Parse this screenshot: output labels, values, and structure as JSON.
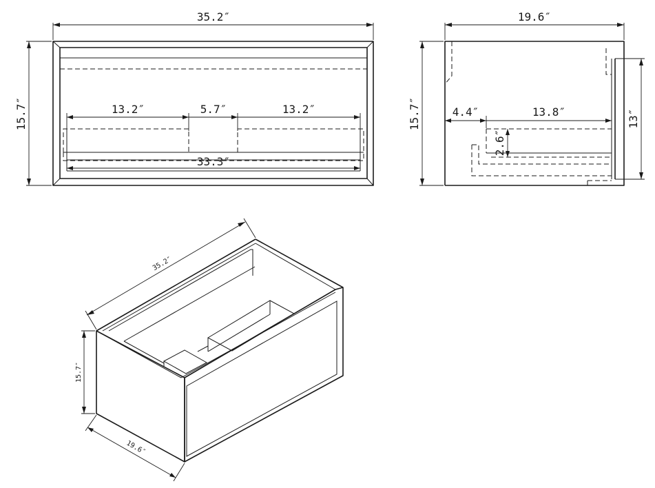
{
  "front_view": {
    "width": "35.2″",
    "height": "15.7″",
    "left_opening": "13.2″",
    "center_gap": "5.7″",
    "right_opening": "13.2″",
    "inner_width": "33.3″"
  },
  "side_view": {
    "depth": "19.6″",
    "height": "15.7″",
    "front_setback": "4.4″",
    "drawer_depth": "13.8″",
    "drawer_height": "2.6″",
    "inner_height": "13″"
  },
  "iso_view": {
    "width": "35.2″",
    "height": "15.7″",
    "depth": "19.6″"
  }
}
